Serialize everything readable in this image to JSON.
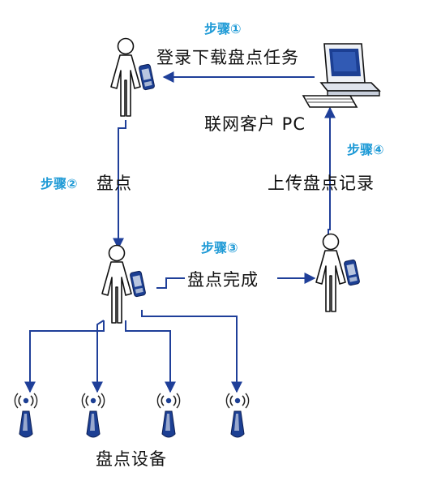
{
  "colors": {
    "arrow": "#1f3f99",
    "step": "#1e9ad6",
    "text": "#111111",
    "device_body": "#1c3f93",
    "device_screen": "#b9c6e0"
  },
  "steps": {
    "step1": "步骤①",
    "step2": "步骤②",
    "step3": "步骤③",
    "step4": "步骤④"
  },
  "labels": {
    "download_task": "登录下载盘点任务",
    "networked_pc": "联网客户 PC",
    "inventory": "盘点",
    "upload_record": "上传盘点记录",
    "inventory_done": "盘点完成",
    "inventory_devices": "盘点设备"
  },
  "icons": {
    "person": "person-with-handheld-icon",
    "computer": "desktop-computer-icon",
    "device": "antenna-device-icon"
  }
}
